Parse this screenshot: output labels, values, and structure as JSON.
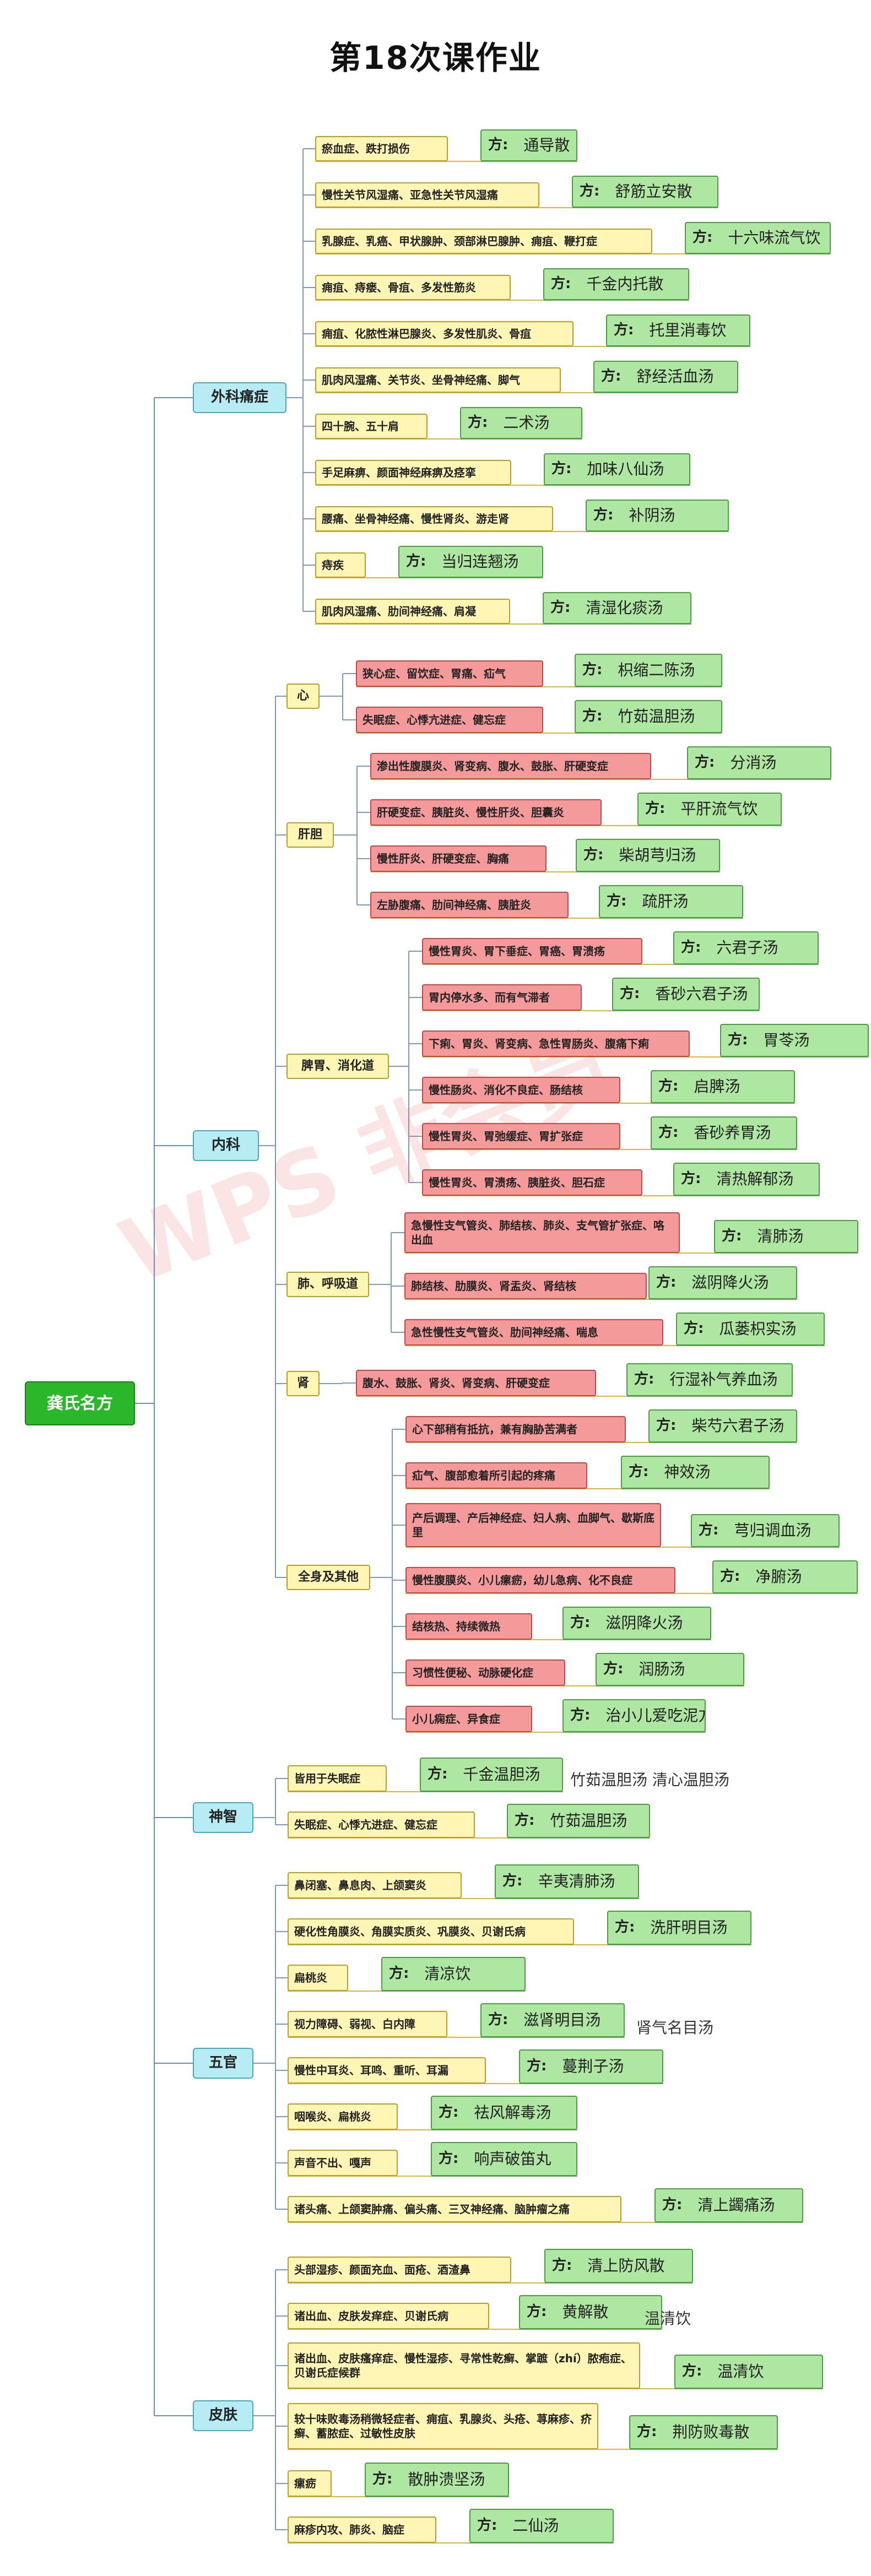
{
  "title": "第18次课作业",
  "root": "龚氏名方",
  "rx_label": "方:",
  "watermark": "WPS 非会员",
  "categories": [
    {
      "name": "外科痛症",
      "groups": [
        {
          "name": "",
          "items": [
            {
              "cond": "瘀血症、跌打损伤",
              "rx": "通导散"
            },
            {
              "cond": "慢性关节风湿痛、亚急性关节风湿痛",
              "rx": "舒筋立安散"
            },
            {
              "cond": "乳腺症、乳癌、甲状腺肿、颈部淋巴腺肿、痈疽、鞭打症",
              "rx": "十六味流气饮"
            },
            {
              "cond": "痈疽、痔瘘、骨疽、多发性筋炎",
              "rx": "千金内托散"
            },
            {
              "cond": "痈疽、化脓性淋巴腺炎、多发性肌炎、骨疽",
              "rx": "托里消毒饮"
            },
            {
              "cond": "肌肉风湿痛、关节炎、坐骨神经痛、脚气",
              "rx": "舒经活血汤"
            },
            {
              "cond": "四十腕、五十肩",
              "rx": "二术汤"
            },
            {
              "cond": "手足麻痹、颜面神经麻痹及痉挛",
              "rx": "加味八仙汤"
            },
            {
              "cond": "腰痛、坐骨神经痛、慢性肾炎、游走肾",
              "rx": "补阴汤"
            },
            {
              "cond": "痔疾",
              "rx": "当归连翘汤"
            },
            {
              "cond": "肌肉风湿痛、肋间神经痛、肩凝",
              "rx": "清湿化痰汤"
            }
          ]
        }
      ]
    },
    {
      "name": "内科",
      "groups": [
        {
          "name": "心",
          "items": [
            {
              "cond": "狭心症、留饮症、胃痛、疝气",
              "rx": "枳缩二陈汤"
            },
            {
              "cond": "失眠症、心悸亢进症、健忘症",
              "rx": "竹茹温胆汤"
            }
          ]
        },
        {
          "name": "肝胆",
          "items": [
            {
              "cond": "渗出性腹膜炎、肾变病、腹水、鼓胀、肝硬变症",
              "rx": "分消汤"
            },
            {
              "cond": "肝硬变症、胰脏炎、慢性肝炎、胆囊炎",
              "rx": "平肝流气饮"
            },
            {
              "cond": "慢性肝炎、肝硬变症、胸痛",
              "rx": "柴胡芎归汤"
            },
            {
              "cond": "左胁腹痛、肋间神经痛、胰脏炎",
              "rx": "疏肝汤"
            }
          ]
        },
        {
          "name": "脾胃、消化道",
          "items": [
            {
              "cond": "慢性胃炎、胃下垂症、胃癌、胃溃疡",
              "rx": "六君子汤"
            },
            {
              "cond": "胃内停水多、而有气滞者",
              "rx": "香砂六君子汤"
            },
            {
              "cond": "下痢、胃炎、肾变病、急性胃肠炎、腹痛下痢",
              "rx": "胃苓汤"
            },
            {
              "cond": "慢性肠炎、消化不良症、肠结核",
              "rx": "启脾汤"
            },
            {
              "cond": "慢性胃炎、胃弛缓症、胃扩张症",
              "rx": "香砂养胃汤"
            },
            {
              "cond": "慢性胃炎、胃溃疡、胰脏炎、胆石症",
              "rx": "清热解郁汤"
            }
          ]
        },
        {
          "name": "肺、呼吸道",
          "items": [
            {
              "cond": "急慢性支气管炎、肺结核、肺炎、支气管扩张症、咯出血",
              "rx": "清肺汤"
            },
            {
              "cond": "肺结核、肋膜炎、肾盂炎、肾结核",
              "rx": "滋阴降火汤"
            },
            {
              "cond": "急性慢性支气管炎、肋间神经痛、喘息",
              "rx": "瓜蒌枳实汤"
            }
          ]
        },
        {
          "name": "肾",
          "items": [
            {
              "cond": "腹水、鼓胀、肾炎、肾变病、肝硬变症",
              "rx": "行湿补气养血汤"
            }
          ]
        },
        {
          "name": "全身及其他",
          "items": [
            {
              "cond": "心下部稍有抵抗，兼有胸胁苦满者",
              "rx": "柴芍六君子汤"
            },
            {
              "cond": "疝气、腹部愈着所引起的疼痛",
              "rx": "神效汤"
            },
            {
              "cond": "产后调理、产后神经症、妇人病、血脚气、歇斯底里",
              "rx": "芎归调血汤"
            },
            {
              "cond": "慢性腹膜炎、小儿瘰疬，幼儿急病、化不良症",
              "rx": "净腑汤"
            },
            {
              "cond": "结核热、持续微热",
              "rx": "滋阴降火汤"
            },
            {
              "cond": "习惯性便秘、动脉硬化症",
              "rx": "润肠汤"
            },
            {
              "cond": "小儿痫症、异食症",
              "rx": "治小儿爱吃泥方"
            }
          ]
        }
      ]
    },
    {
      "name": "神智",
      "groups": [
        {
          "name": "",
          "items": [
            {
              "cond": "皆用于失眠症",
              "rx": "千金温胆汤",
              "extra": "竹茹温胆汤  清心温胆汤"
            },
            {
              "cond": "失眠症、心悸亢进症、健忘症",
              "rx": "竹茹温胆汤"
            }
          ]
        }
      ]
    },
    {
      "name": "五官",
      "groups": [
        {
          "name": "",
          "items": [
            {
              "cond": "鼻闭塞、鼻息肉、上颌窦炎",
              "rx": "辛夷清肺汤"
            },
            {
              "cond": "硬化性角膜炎、角膜实质炎、巩膜炎、贝谢氏病",
              "rx": "洗肝明目汤"
            },
            {
              "cond": "扁桃炎",
              "rx": "清凉饮"
            },
            {
              "cond": "视力障碍、弱视、白内障",
              "rx": "滋肾明目汤",
              "extra": "肾气名目汤"
            },
            {
              "cond": "慢性中耳炎、耳鸣、重听、耳漏",
              "rx": "蔓荆子汤"
            },
            {
              "cond": "咽喉炎、扁桃炎",
              "rx": "祛风解毒汤"
            },
            {
              "cond": "声音不出、嘎声",
              "rx": "响声破笛丸"
            },
            {
              "cond": "诸头痛、上颌窦肿痛、偏头痛、三叉神经痛、脑肿瘤之痛",
              "rx": "清上蠲痛汤"
            }
          ]
        }
      ]
    },
    {
      "name": "皮肤",
      "groups": [
        {
          "name": "",
          "items": [
            {
              "cond": "头部湿疹、颜面充血、面疮、酒渣鼻",
              "rx": "清上防风散"
            },
            {
              "cond": "诸出血、皮肤发痒症、贝谢氏病",
              "rx": "黄解散",
              "extra": "温清饮"
            },
            {
              "cond": "诸出血、皮肤瘙痒症、慢性湿疹、寻常性乾癣、掌蹠（zhí）脓疱症、贝谢氏症候群",
              "rx": "温清饮"
            },
            {
              "cond": "较十味败毒汤稍微轻症者、痈疽、乳腺炎、头疮、荨麻疹、疥癣、蓄脓症、过敏性皮肤",
              "rx": "荆防败毒散"
            },
            {
              "cond": "瘰疬",
              "rx": "散肿溃坚汤"
            },
            {
              "cond": "麻疹内攻、肺炎、脑症",
              "rx": "二仙汤"
            }
          ]
        }
      ]
    }
  ]
}
